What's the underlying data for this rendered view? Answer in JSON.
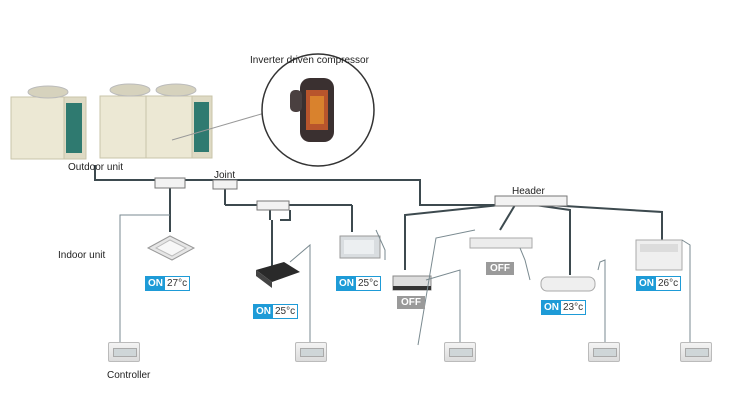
{
  "labels": {
    "compressor": "Inverter driven compressor",
    "outdoor_unit": "Outdoor unit",
    "joint": "Joint",
    "header": "Header",
    "indoor_unit": "Indoor unit",
    "controller": "Controller"
  },
  "indoor_units": [
    {
      "state": "ON",
      "temp": "27°c"
    },
    {
      "state": "ON",
      "temp": "25°c"
    },
    {
      "state": "ON",
      "temp": "25°c"
    },
    {
      "state": "OFF",
      "temp": ""
    },
    {
      "state": "OFF",
      "temp": ""
    },
    {
      "state": "ON",
      "temp": "23°c"
    },
    {
      "state": "ON",
      "temp": "26°c"
    }
  ],
  "colors": {
    "on_badge": "#1e9bd7",
    "off_badge": "#9a9a9a",
    "pipe": "#3d4a4f",
    "wire": "#7a8a90"
  }
}
